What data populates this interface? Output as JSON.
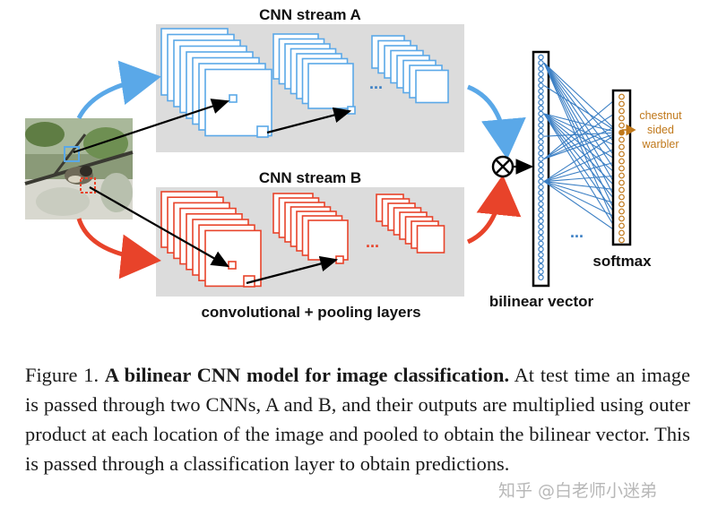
{
  "diagram": {
    "stream_a_title": "CNN stream A",
    "stream_b_title": "CNN stream B",
    "layers_label": "convolutional + pooling layers",
    "ellipsis": "...",
    "operator": "⊗",
    "bilinear_label": "bilinear vector",
    "softmax_label": "softmax",
    "class_label_lines": [
      "chestnut",
      "sided",
      "warbler"
    ],
    "input_image_alt": "bird photo",
    "colors": {
      "stream_a": "#5aa8e8",
      "stream_b": "#e8432a",
      "panel": "#dcdcdc",
      "vector": "#3b7fc4",
      "softmax_node": "#c0781a"
    }
  },
  "caption": {
    "prefix": "Figure 1. ",
    "title": "A bilinear CNN model for image classification.",
    "body": " At test time an image is passed through two CNNs, A and B, and their outputs are multiplied using outer product at each location of the image and pooled to obtain the bilinear vector. This is passed through a classification layer to obtain predictions."
  },
  "watermark": "知乎 @白老师小迷弟"
}
